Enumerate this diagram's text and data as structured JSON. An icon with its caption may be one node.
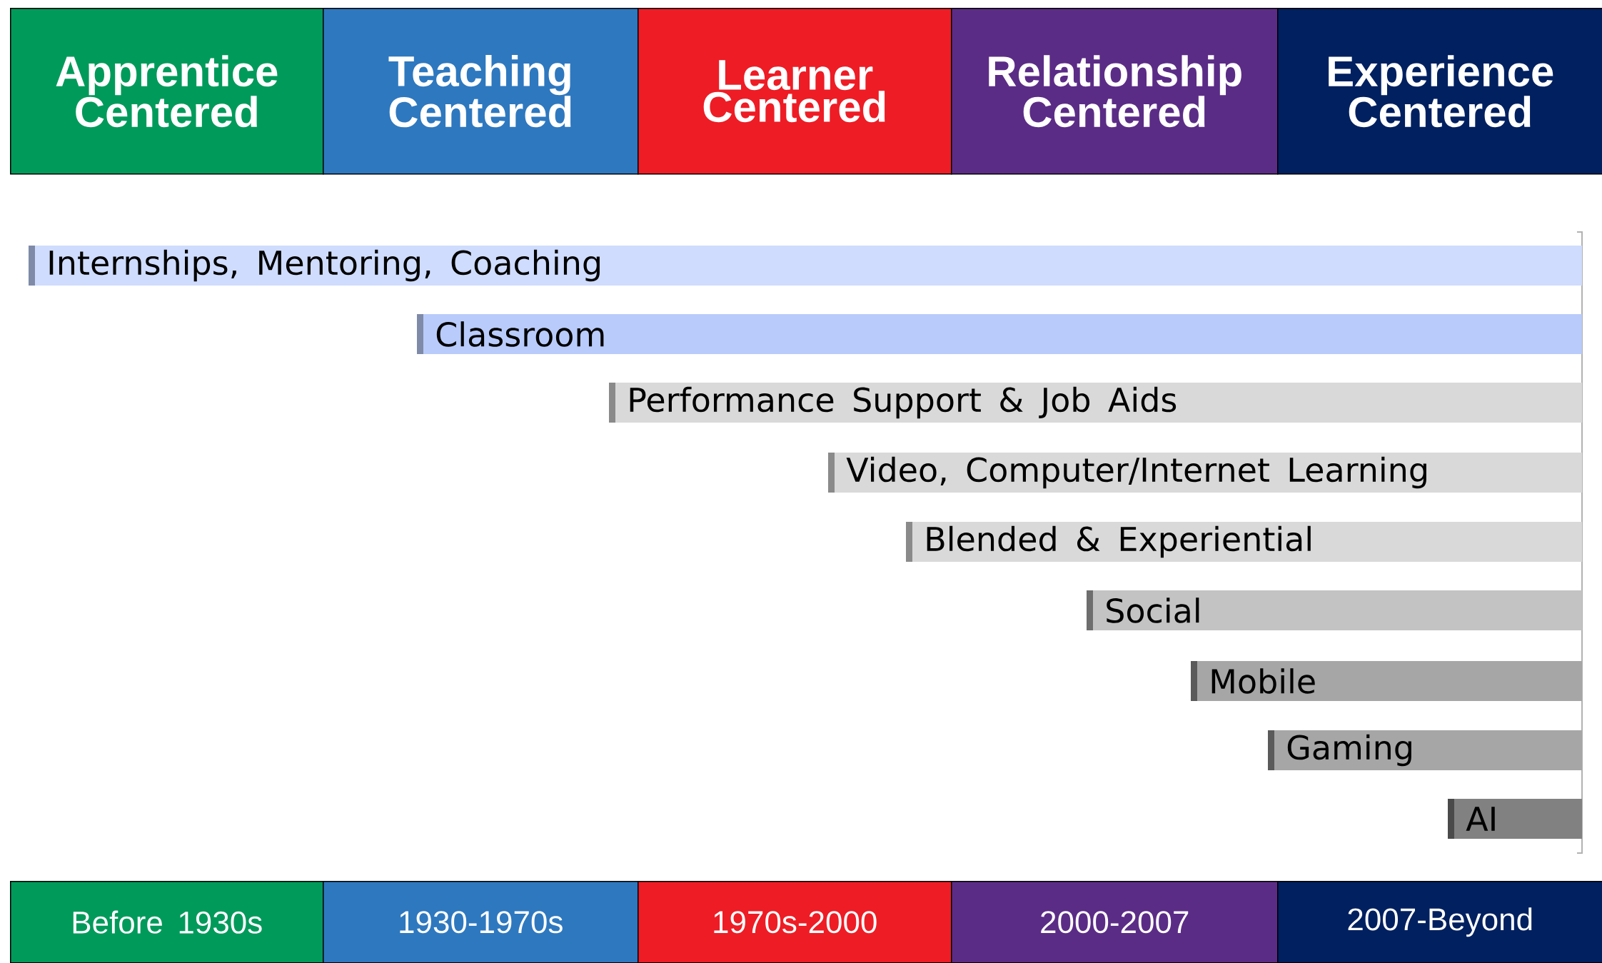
{
  "diagram": {
    "nodes": [
      {
        "text": [
          "Apprentice Centered"
        ]
      },
      {
        "text": [
          "Teaching Centered"
        ]
      },
      {
        "text": [
          "Learner Centered"
        ]
      },
      {
        "text": [
          "Relationship Centered"
        ]
      },
      {
        "text": [
          "Experience Centered"
        ]
      },
      {
        "text": [
          "Internships, Mentoring, Coaching"
        ]
      },
      {
        "text": [
          "Classroom"
        ]
      },
      {
        "text": [
          "Performance Support & Job Aids"
        ]
      },
      {
        "text": [
          "Video, Computer/Internet Learning"
        ]
      },
      {
        "text": [
          "Blended & Experiential"
        ]
      },
      {
        "text": [
          "Social"
        ]
      },
      {
        "text": [
          "Mobile"
        ]
      },
      {
        "text": [
          "Gaming"
        ]
      },
      {
        "text": [
          "AI"
        ]
      },
      {
        "text": [
          "Before 1930s"
        ]
      },
      {
        "text": [
          "1930-1970s"
        ]
      },
      {
        "text": [
          "1970s-2000"
        ]
      },
      {
        "text": [
          "2000-2007"
        ]
      },
      {
        "text": [
          "2007-Beyond"
        ]
      }
    ]
  }
}
